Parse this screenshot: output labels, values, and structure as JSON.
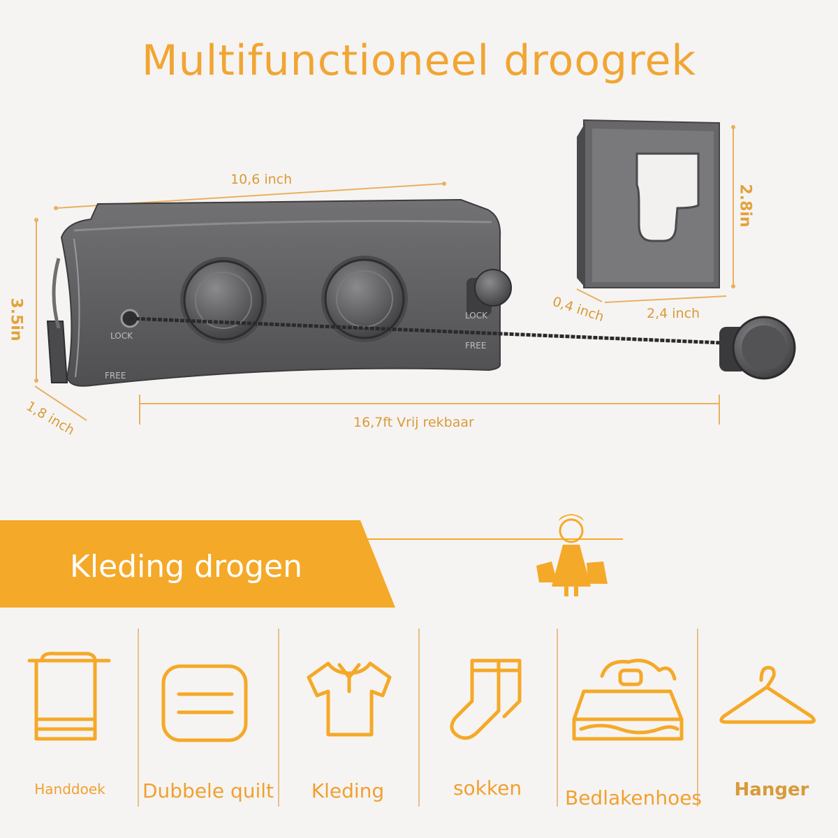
{
  "title": "Multifunctioneel droogrek",
  "dimensions": {
    "main_width": "10,6 inch",
    "main_height": "3.5in",
    "main_depth": "1,8 inch",
    "cable_length": "16,7ft Vrij rekbaar",
    "hook_height": "2.8in",
    "hook_depth": "0,4 inch",
    "hook_width": "2,4 inch"
  },
  "device_labels": {
    "lock_left": "LOCK",
    "free_left": "FREE",
    "lock_right": "LOCK",
    "free_right": "FREE"
  },
  "section": {
    "banner": "Kleding drogen"
  },
  "categories": [
    {
      "label": "Handdoek",
      "icon": "towel-icon"
    },
    {
      "label": "Dubbele quilt",
      "icon": "quilt-icon"
    },
    {
      "label": "Kleding",
      "icon": "shirt-icon"
    },
    {
      "label": "sokken",
      "icon": "socks-icon"
    },
    {
      "label": "Bedlakenhoes",
      "icon": "bed-icon"
    },
    {
      "label": "Hanger",
      "icon": "hanger-icon"
    }
  ],
  "colors": {
    "accent": "#f1a533",
    "device": "#5e5e60",
    "background": "#f6f4f2"
  }
}
